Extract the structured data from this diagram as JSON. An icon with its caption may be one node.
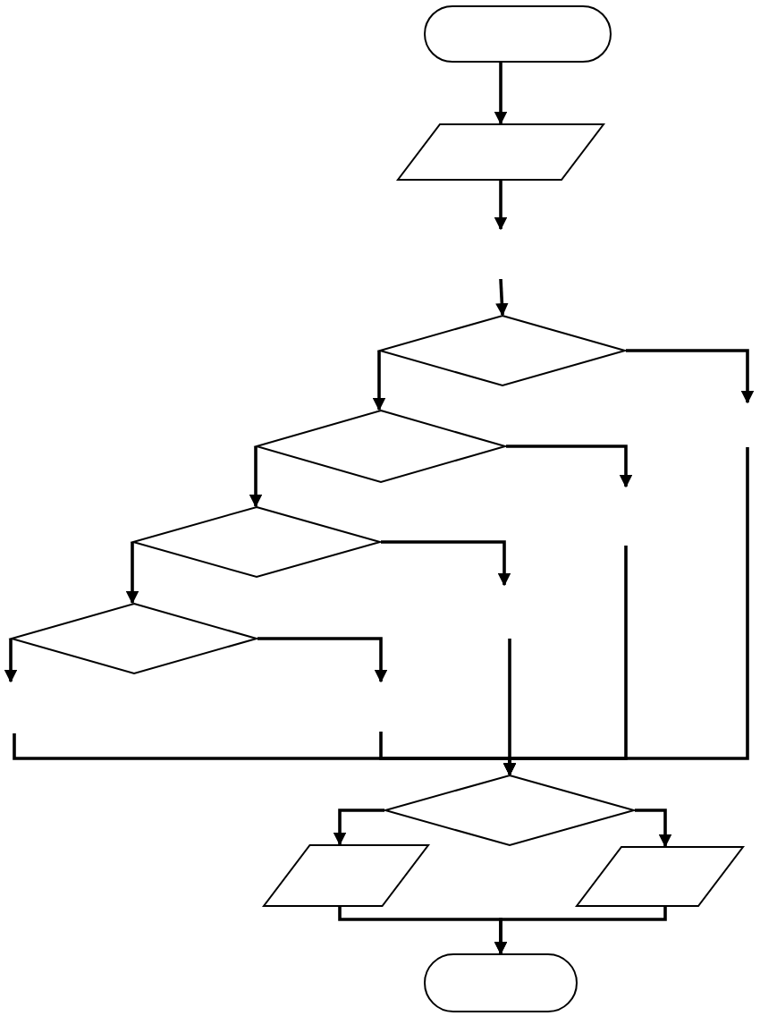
{
  "diagram": {
    "nodes": [
      {
        "text": [],
        "shape": "box"
      },
      {
        "text": [],
        "shape": "parallelogram"
      },
      {
        "text": [],
        "shape": "diamond"
      },
      {
        "text": [],
        "shape": "diamond"
      },
      {
        "text": [],
        "shape": "diamond"
      },
      {
        "text": [],
        "shape": "diamond"
      },
      {
        "text": [],
        "shape": "diamond"
      },
      {
        "text": [],
        "shape": "parallelogram"
      },
      {
        "text": [],
        "shape": "parallelogram"
      },
      {
        "text": [],
        "shape": "box"
      }
    ],
    "edges": [
      {
        "from": 0,
        "to": 1,
        "arrow": "to"
      },
      {
        "from": 1,
        "to": null,
        "arrow": "to"
      },
      {
        "from": null,
        "to": 2,
        "arrow": "to"
      },
      {
        "from": 2,
        "to": 3,
        "arrow": "to"
      },
      {
        "from": 2,
        "to": null,
        "arrow": "to"
      },
      {
        "from": 3,
        "to": 4,
        "arrow": "to"
      },
      {
        "from": 3,
        "to": null,
        "arrow": "to"
      },
      {
        "from": 4,
        "to": 5,
        "arrow": "to"
      },
      {
        "from": 4,
        "to": null,
        "arrow": "to"
      },
      {
        "from": 5,
        "to": null,
        "arrow": "to"
      },
      {
        "from": 5,
        "to": null,
        "arrow": "to"
      },
      {
        "from": null,
        "to": 6,
        "arrow": "to"
      },
      {
        "from": null,
        "to": 6,
        "arrow": "to"
      },
      {
        "from": null,
        "to": 6,
        "arrow": "to"
      },
      {
        "from": null,
        "to": 6,
        "arrow": "to"
      },
      {
        "from": null,
        "to": 6,
        "arrow": "to"
      },
      {
        "from": 6,
        "to": 7,
        "arrow": "to"
      },
      {
        "from": 6,
        "to": 8,
        "arrow": "to"
      },
      {
        "from": 7,
        "to": 9,
        "arrow": "to"
      },
      {
        "from": 8,
        "to": 9,
        "arrow": "to"
      }
    ]
  }
}
